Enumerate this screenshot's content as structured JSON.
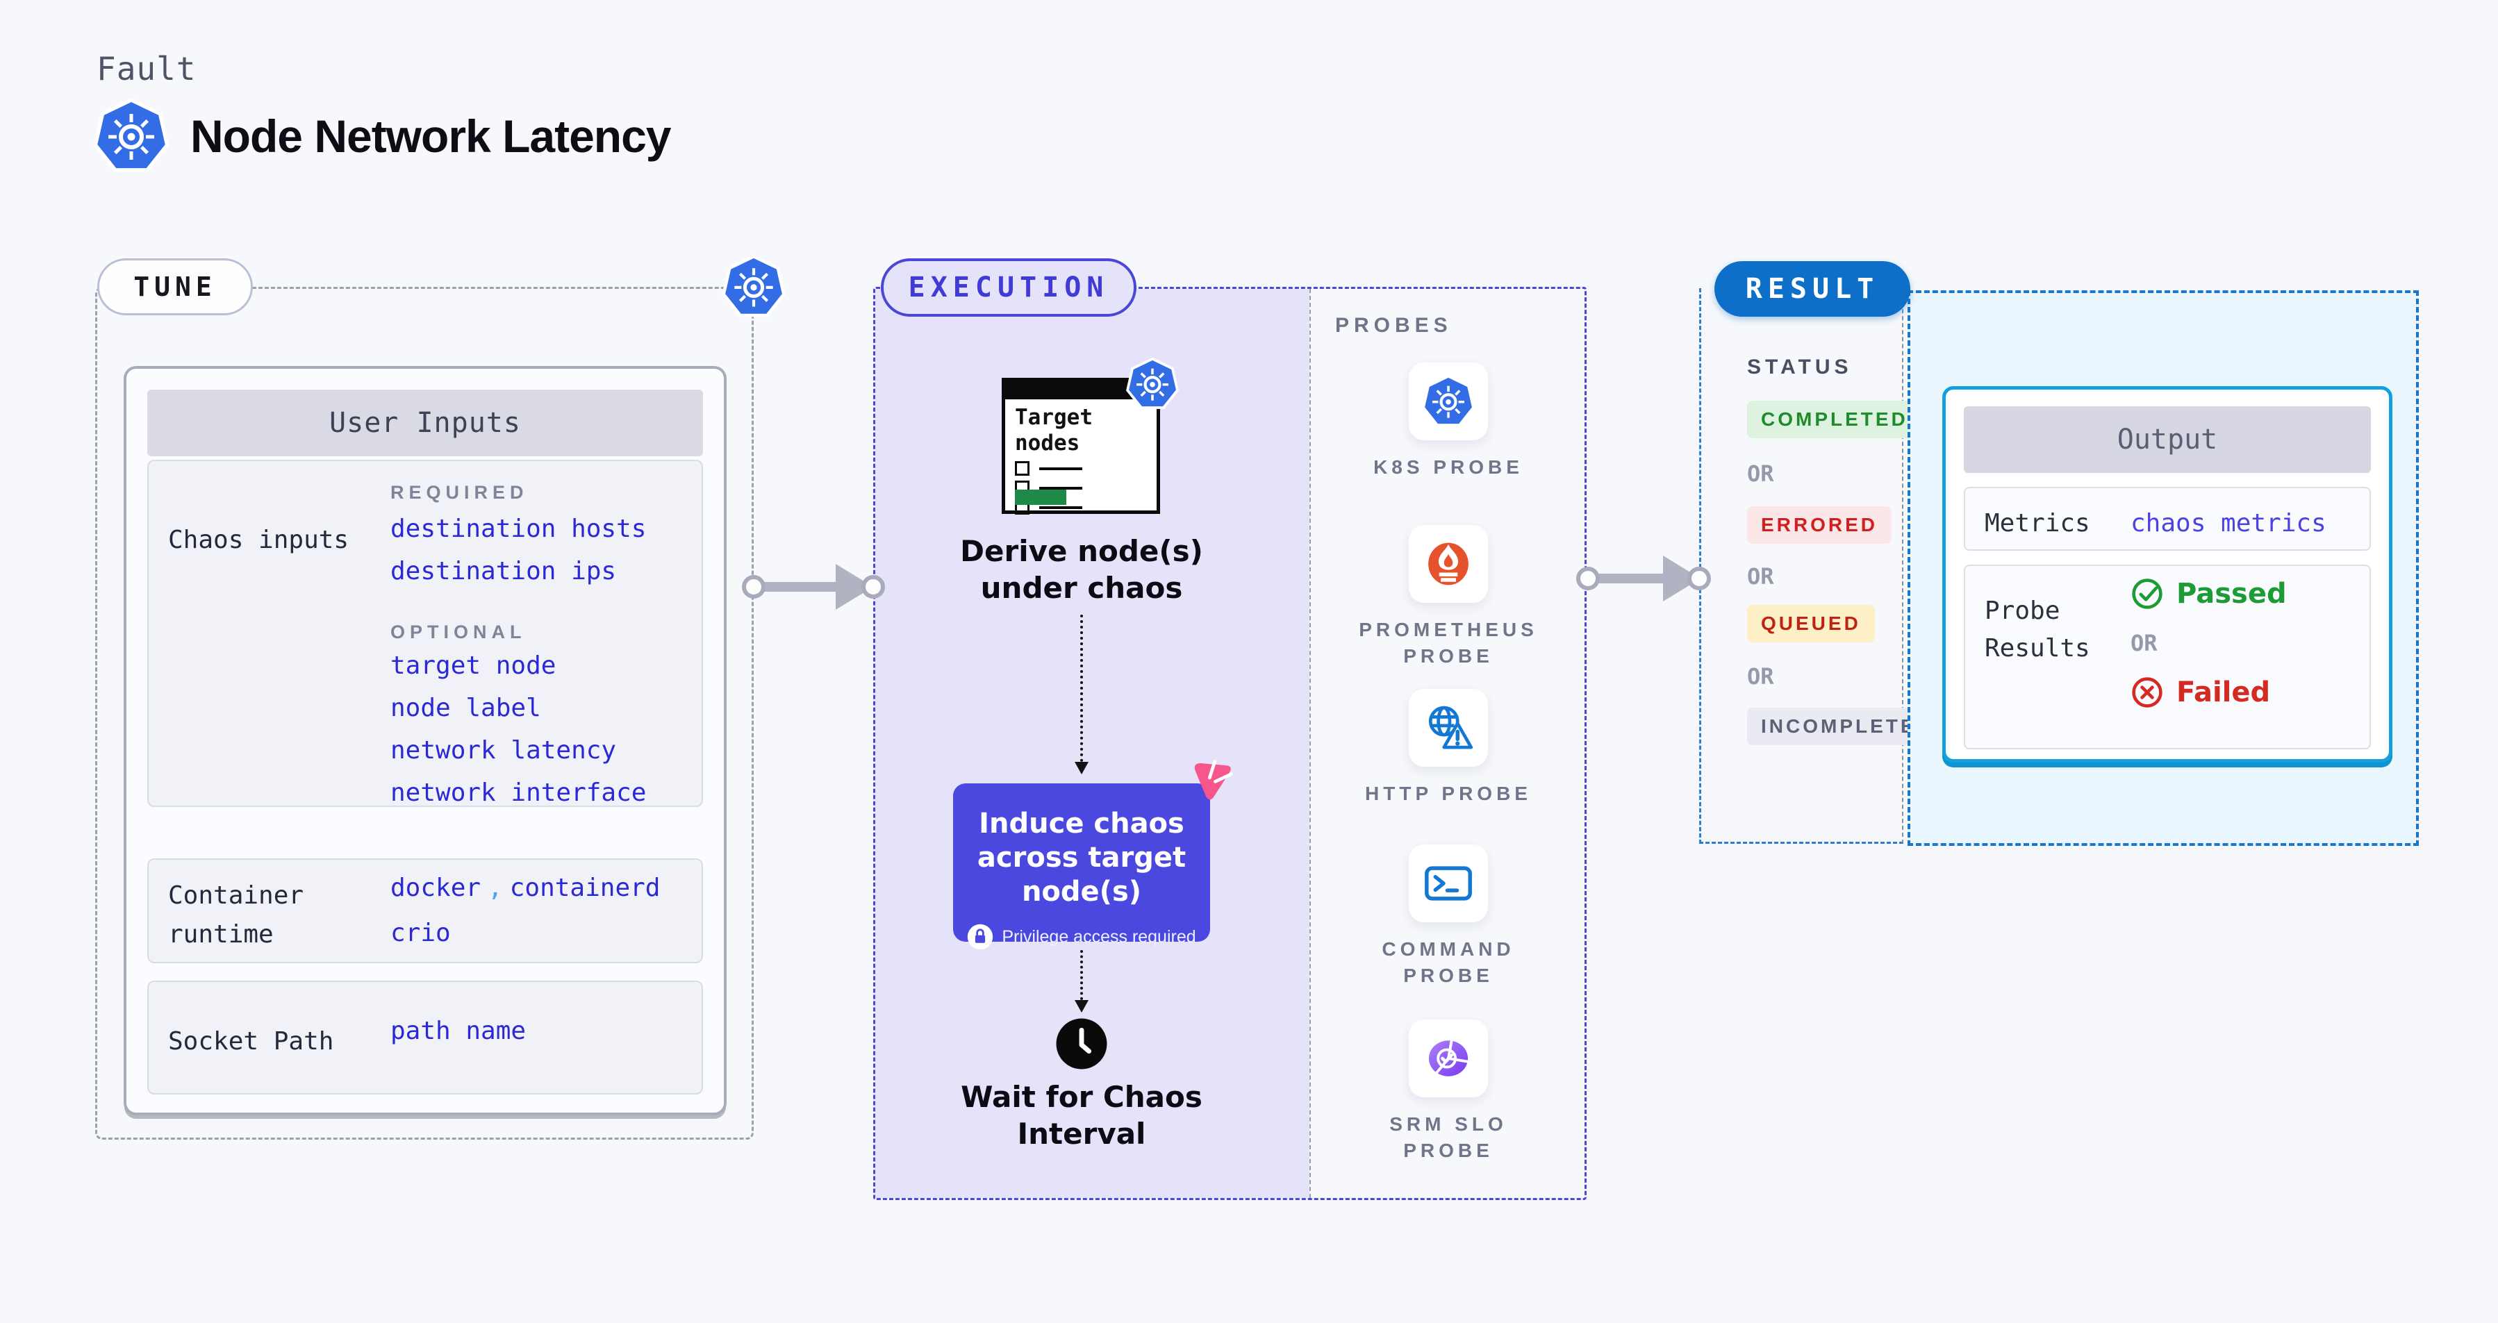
{
  "header": {
    "kicker": "Fault",
    "title": "Node Network Latency"
  },
  "tune": {
    "label": "TUNE",
    "user_inputs_title": "User Inputs",
    "chaos_inputs": {
      "label": "Chaos inputs",
      "required_label": "REQUIRED",
      "required": [
        "destination hosts",
        "destination ips"
      ],
      "optional_label": "OPTIONAL",
      "optional": [
        "target node",
        "node label",
        "network latency",
        "network interface"
      ]
    },
    "container_runtime": {
      "label": "Container runtime",
      "value_1": "docker",
      "separator": ",",
      "value_2": "containerd",
      "value_3": "crio"
    },
    "socket_path": {
      "label": "Socket Path",
      "value": "path name"
    }
  },
  "execution": {
    "label": "EXECUTION",
    "target_nodes_label": "Target nodes",
    "derive_step": "Derive node(s) under chaos",
    "induce_step": "Induce chaos across target node(s)",
    "privilege_note": "Privilege access required",
    "wait_step": "Wait for Chaos Interval"
  },
  "probes": {
    "label": "PROBES",
    "items": [
      {
        "label": "K8S PROBE",
        "icon": "kubernetes-icon"
      },
      {
        "label": "PROMETHEUS PROBE",
        "icon": "prometheus-icon"
      },
      {
        "label": "HTTP PROBE",
        "icon": "globe-warning-icon"
      },
      {
        "label": "COMMAND PROBE",
        "icon": "terminal-icon"
      },
      {
        "label": "SRM SLO PROBE",
        "icon": "slo-check-icon"
      }
    ]
  },
  "result": {
    "label": "RESULT",
    "status_label": "STATUS",
    "or_label": "OR",
    "statuses": [
      {
        "label": "COMPLETED"
      },
      {
        "label": "ERRORED"
      },
      {
        "label": "QUEUED"
      },
      {
        "label": "INCOMPLETED"
      }
    ],
    "output": {
      "title": "Output",
      "metrics_label": "Metrics",
      "metrics_value": "chaos metrics",
      "probe_results_label": "Probe Results",
      "passed_label": "Passed",
      "failed_label": "Failed"
    }
  },
  "colors": {
    "accent_indigo": "#4a46d6",
    "execution_bg": "#e4e3fa",
    "induce_box": "#4b48e0",
    "result_blue": "#0d6fc8",
    "result_panel_bg": "#e9f6fd",
    "output_border": "#14a0dc",
    "link_blue": "#2b29d6",
    "completed": "#1e8b2d",
    "errored": "#cf1f1f",
    "queued_text": "#c02315",
    "incompleted": "#5c6175",
    "passed": "#1d9b35",
    "failed": "#d42a22",
    "kubernetes": "#326de6",
    "prometheus": "#e6522c",
    "probe_icon_blue": "#1278d3",
    "srm_purple": "#8a4ff2",
    "litmus_pink": "#f6568b"
  }
}
